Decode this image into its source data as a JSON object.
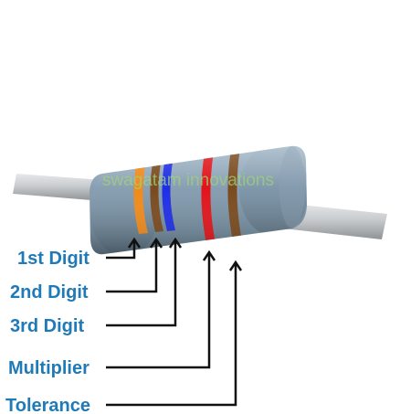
{
  "watermark": "swagatam innovations",
  "labels": [
    {
      "id": "1st-digit",
      "text": "1st Digit"
    },
    {
      "id": "2nd-digit",
      "text": "2nd Digit"
    },
    {
      "id": "3rd-digit",
      "text": "3rd Digit"
    },
    {
      "id": "multiplier",
      "text": "Multiplier"
    },
    {
      "id": "tolerance",
      "text": "Tolerance"
    }
  ],
  "bands": [
    {
      "name": "1st-digit-band",
      "color": "#f08a1a"
    },
    {
      "name": "2nd-digit-band",
      "color": "#7a4a1e"
    },
    {
      "name": "3rd-digit-band",
      "color": "#1f2ee6"
    },
    {
      "name": "multiplier-band",
      "color": "#e0141a"
    },
    {
      "name": "tolerance-band",
      "color": "#7a4a1e"
    }
  ],
  "colors": {
    "label_text": "#1f7ab8",
    "leader_line": "#111111",
    "resistor_body": "#7e97ab",
    "lead_wire": "#b9bcbf",
    "watermark": "#9fd07a"
  }
}
